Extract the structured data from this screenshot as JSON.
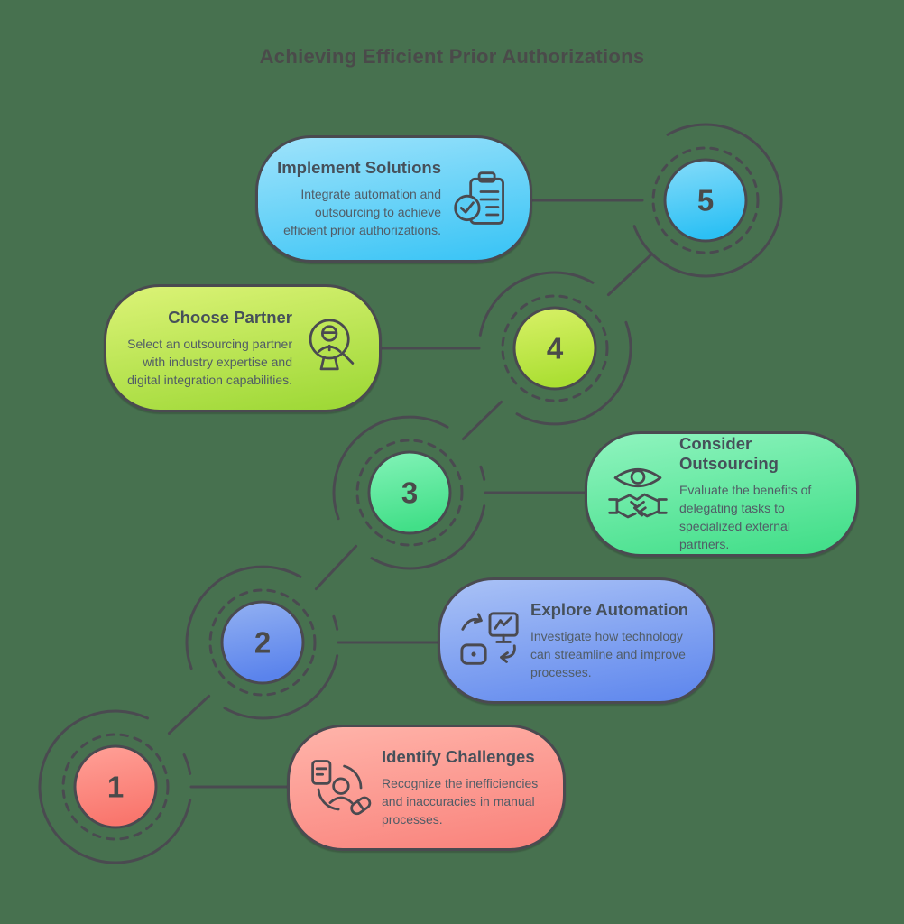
{
  "title": "Achieving Efficient Prior Authorizations",
  "colors": {
    "background": "#47714f",
    "outline": "#4a4a50",
    "title_text": "#4a4a4a",
    "heading_text": "#46505a",
    "body_text": "#515c66"
  },
  "steps": [
    {
      "number": "1",
      "heading": "Identify Challenges",
      "body": "Recognize the inefficiencies and inaccuracies in manual processes.",
      "icon": "patient-record-icon",
      "gradient_top": "#ffb4aa",
      "gradient_bottom": "#f9817a"
    },
    {
      "number": "2",
      "heading": "Explore Automation",
      "body": "Investigate how technology can streamline and improve processes.",
      "icon": "automation-icon",
      "gradient_top": "#aac2f6",
      "gradient_bottom": "#5c85ed"
    },
    {
      "number": "3",
      "heading": "Consider Outsourcing",
      "body": "Evaluate the benefits of delegating tasks to specialized external partners.",
      "icon": "eye-handshake-icon",
      "gradient_top": "#90f4bf",
      "gradient_bottom": "#3edd86"
    },
    {
      "number": "4",
      "heading": "Choose Partner",
      "body": "Select an outsourcing partner with industry expertise and digital integration capabilities.",
      "icon": "partner-search-icon",
      "gradient_top": "#dcf377",
      "gradient_bottom": "#9bd733"
    },
    {
      "number": "5",
      "heading": "Implement Solutions",
      "body": "Integrate automation and outsourcing to achieve efficient prior authorizations.",
      "icon": "clipboard-check-icon",
      "gradient_top": "#9fe3fb",
      "gradient_bottom": "#36c3f5"
    }
  ]
}
